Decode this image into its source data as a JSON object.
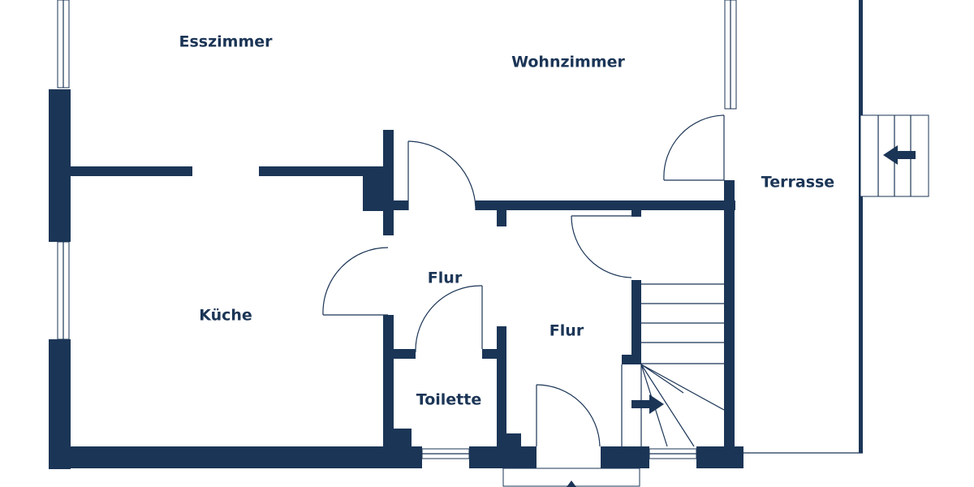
{
  "rooms": {
    "esszimmer": "Esszimmer",
    "wohnzimmer": "Wohnzimmer",
    "terrasse": "Terrasse",
    "flur_upper": "Flur",
    "flur_lower": "Flur",
    "kueche": "Küche",
    "toilette": "Toilette"
  },
  "colors": {
    "wall": "#1b3556",
    "background": "#ffffff"
  },
  "icons": {
    "terrace_steps_arrow": "arrow-left-icon",
    "stairs_arrow": "arrow-right-icon",
    "entrance_marker": "triangle-up-icon"
  }
}
